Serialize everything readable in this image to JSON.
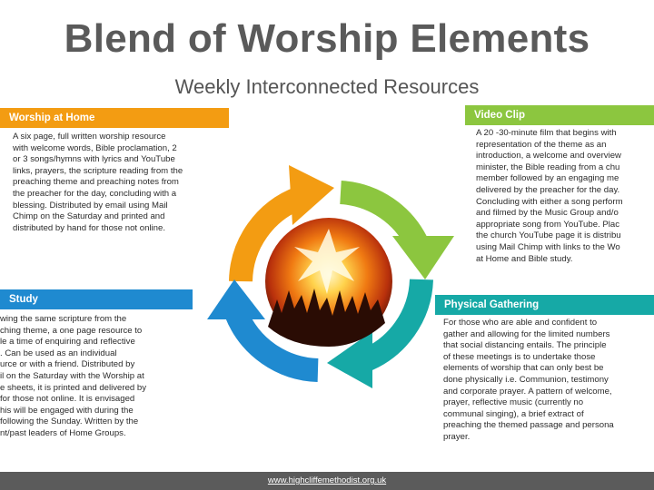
{
  "title": "Blend of Worship Elements",
  "subtitle": "Weekly Interconnected Resources",
  "colors": {
    "orange": "#f39c12",
    "green": "#8cc63f",
    "blue": "#1f8ad0",
    "teal": "#16a9a6"
  },
  "worship_at_home": {
    "heading": "Worship at Home",
    "lines": [
      "A six page, full written worship resource",
      "with welcome words, Bible proclamation, 2",
      "or 3 songs/hymns  with lyrics and YouTube",
      "links, prayers, the scripture reading from the",
      "preaching theme and preaching notes from",
      "the preacher for the day, concluding with a",
      "blessing.  Distributed by email using Mail",
      "Chimp on the Saturday  and printed and",
      "distributed by hand for those not online."
    ]
  },
  "video_clip": {
    "heading": "Video Clip",
    "lines": [
      "A 20 -30-minute film that  begins with",
      "representation of the theme as an",
      "introduction,  a welcome and overview",
      "minister, the Bible reading from a chu",
      "member followed by an engaging me",
      "delivered by the preacher for the day.",
      "Concluding with either a song perform",
      "and filmed by the Music Group and/o",
      "appropriate song from YouTube.  Plac",
      "the church YouTube  page it is distribu",
      "using Mail Chimp with links to the Wo",
      "at Home and Bible study."
    ]
  },
  "bible_study": {
    "heading": "Study",
    "lines": [
      "wing the same scripture from the",
      "ching theme,  a one page resource to",
      "le a time of enquiring and reflective",
      ".  Can be used as an individual",
      "urce or with a friend. Distributed by",
      "il on the Saturday  with the Worship at",
      "e sheets, it is printed and delivered by",
      " for those not online. It is envisaged",
      "his will be engaged with during the",
      " following the Sunday. Written by the",
      "nt/past  leaders of Home Groups."
    ]
  },
  "physical_gathering": {
    "heading": "Physical Gathering",
    "lines": [
      "For those who are able and confident to",
      "gather and allowing for the limited numbers",
      "that social distancing entails.   The principle",
      "of these meetings is to undertake those",
      "elements of worship that can only best be",
      "done physically i.e. Communion, testimony",
      "and corporate prayer. A pattern of welcome,",
      "prayer, reflective music (currently  no",
      "communal singing), a brief extract  of",
      "preaching the themed passage and persona",
      "prayer."
    ]
  },
  "footer": {
    "link": "www.highcliffemethodist.org.uk"
  }
}
